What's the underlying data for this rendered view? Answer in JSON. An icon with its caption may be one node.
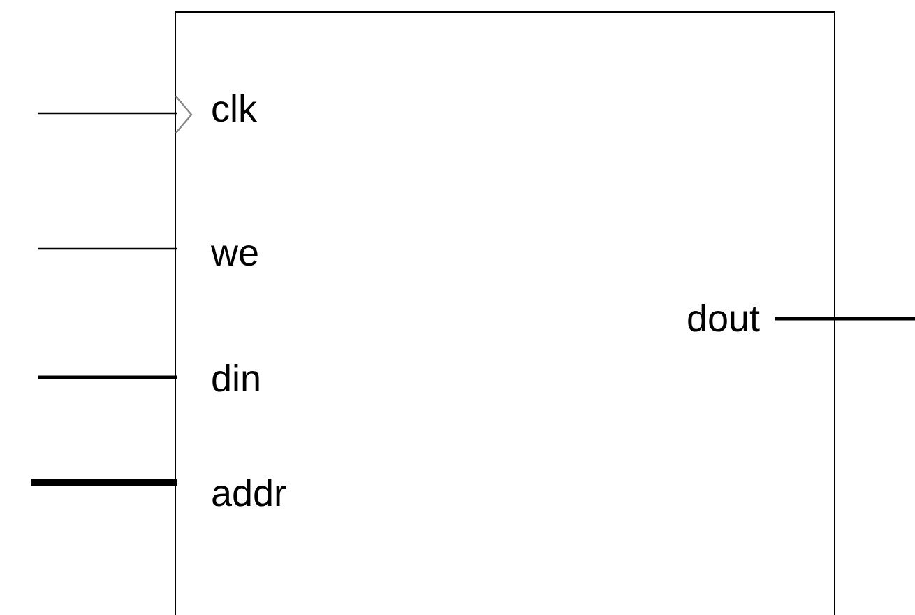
{
  "diagram": {
    "nodes": [
      {
        "text": [],
        "shape": "box"
      },
      {
        "text": [
          "clk"
        ],
        "in": 0
      },
      {
        "text": [
          "we"
        ],
        "in": 0
      },
      {
        "text": [
          "din"
        ],
        "in": 0
      },
      {
        "text": [
          "addr"
        ],
        "in": 0
      },
      {
        "text": [
          "dout"
        ],
        "in": 0
      }
    ],
    "edges": [
      {
        "from": null,
        "to": 1,
        "arrow": "none"
      },
      {
        "from": null,
        "to": 2,
        "arrow": "none"
      },
      {
        "from": null,
        "to": 3,
        "arrow": "none"
      },
      {
        "from": null,
        "to": 4,
        "arrow": "none",
        "style": "thick"
      },
      {
        "from": 5,
        "to": null,
        "arrow": "none"
      }
    ]
  }
}
